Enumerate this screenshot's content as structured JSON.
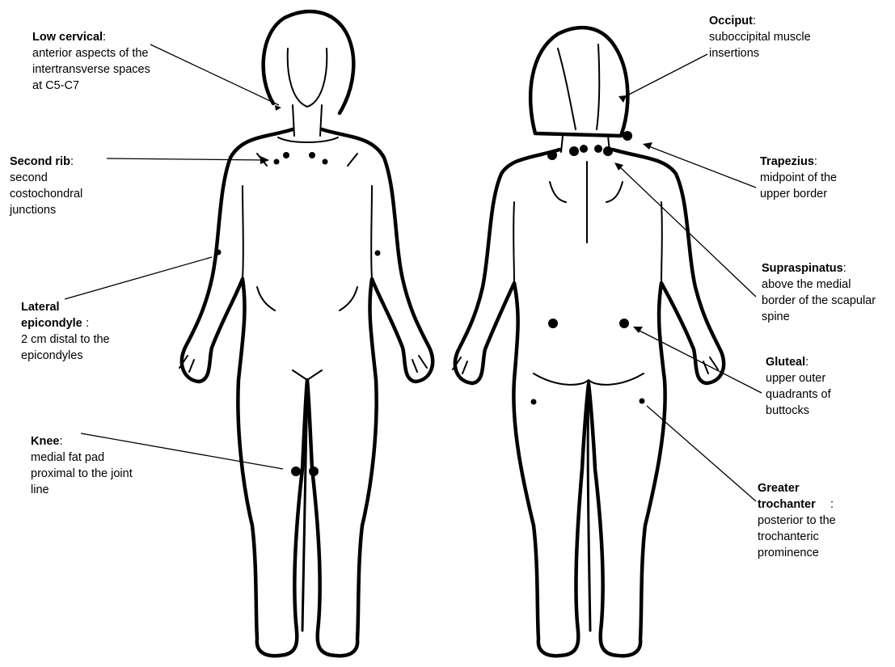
{
  "labels": [
    {
      "key": "low_cervical",
      "title": "Low cervical",
      "desc": "anterior aspects of the intertransverse spaces at C5-C7"
    },
    {
      "key": "second_rib",
      "title": "Second rib",
      "desc": "second costochondral junctions"
    },
    {
      "key": "lateral_epicondyle",
      "title": "Lateral epicondyle",
      "desc": "2 cm distal to the epicondyles"
    },
    {
      "key": "knee",
      "title": "Knee",
      "desc": "medial fat pad proximal to the joint line"
    },
    {
      "key": "occiput",
      "title": "Occiput",
      "desc": "suboccipital muscle insertions"
    },
    {
      "key": "trapezius",
      "title": "Trapezius",
      "desc": "midpoint of the upper border"
    },
    {
      "key": "supraspinatus",
      "title": "Supraspinatus",
      "desc": "above the medial border of the scapular spine"
    },
    {
      "key": "gluteal",
      "title": "Gluteal",
      "desc": "upper outer quadrants of buttocks"
    },
    {
      "key": "greater_trochanter",
      "title": "Greater trochanter",
      "desc": "posterior to the trochanteric prominence"
    }
  ],
  "colors": {
    "ink": "#000000",
    "background": "#ffffff"
  }
}
